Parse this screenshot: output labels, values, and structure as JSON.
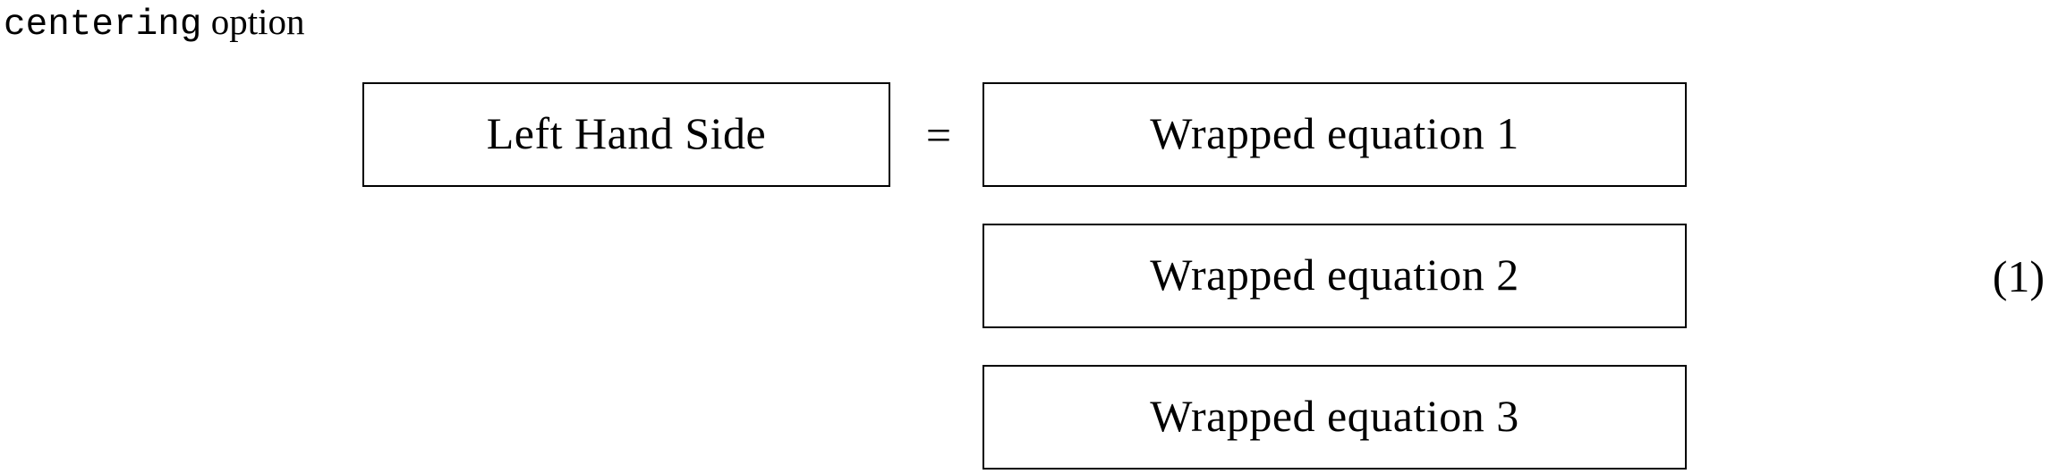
{
  "document": {
    "caption": {
      "code_text": "centering",
      "space": " ",
      "roman_text": "option"
    },
    "equation": {
      "lhs_label": "Left Hand Side",
      "relation_symbol": "=",
      "rhs_lines": [
        "Wrapped equation 1",
        "Wrapped equation 2",
        "Wrapped equation 3"
      ],
      "number": "(1)"
    },
    "colors": {
      "ink": "#000000",
      "paper": "#ffffff",
      "box_border": "#000000"
    }
  }
}
